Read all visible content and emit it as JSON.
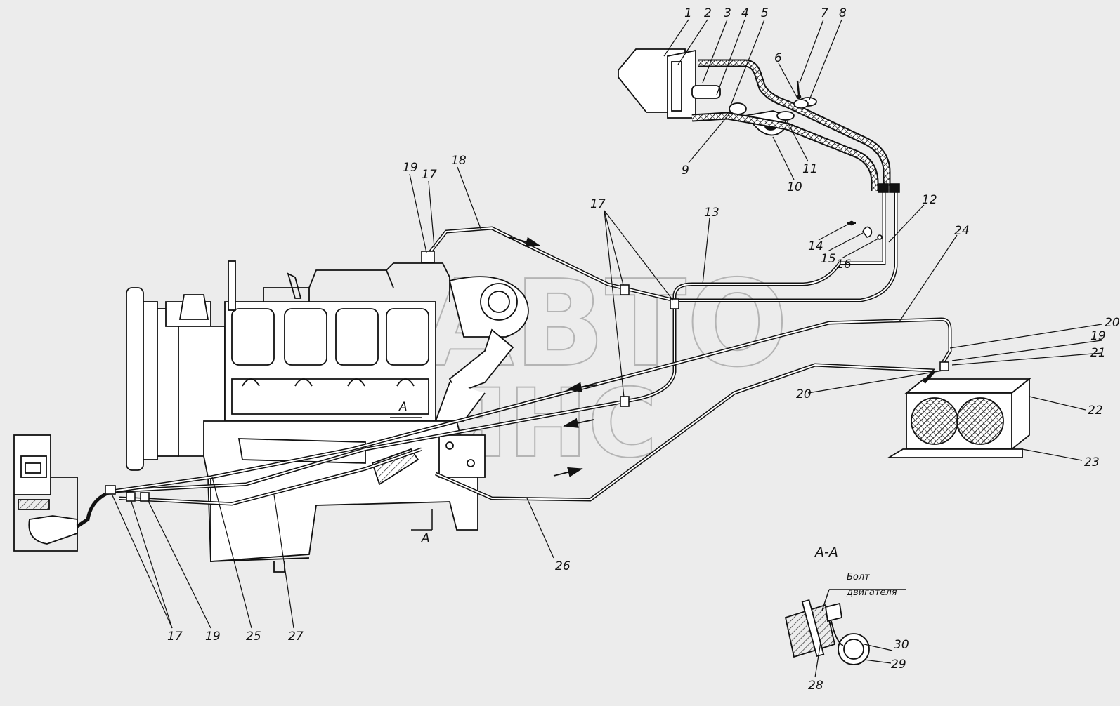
{
  "watermark": {
    "line1": "АВТО",
    "line2": "АЛЬЯНС"
  },
  "callouts": {
    "c1": "1",
    "c2": "2",
    "c3": "3",
    "c4": "4",
    "c5": "5",
    "c6": "6",
    "c7": "7",
    "c8": "8",
    "c9": "9",
    "c10": "10",
    "c11": "11",
    "c12": "12",
    "c13": "13",
    "c14": "14",
    "c15": "15",
    "c16": "16",
    "c17": "17",
    "c18": "18",
    "c19": "19",
    "c20": "20",
    "c21": "21",
    "c22": "22",
    "c23": "23",
    "c24": "24",
    "c25": "25",
    "c26": "26",
    "c27": "27",
    "c28": "28",
    "c29": "29",
    "c30": "30"
  },
  "section": {
    "marker": "А",
    "title": "А-А"
  },
  "section_note": {
    "line1": "Болт",
    "line2": "двигателя"
  },
  "colors": {
    "background": "#ececec",
    "ink": "#111111",
    "watermark": "#b4b4b4"
  }
}
